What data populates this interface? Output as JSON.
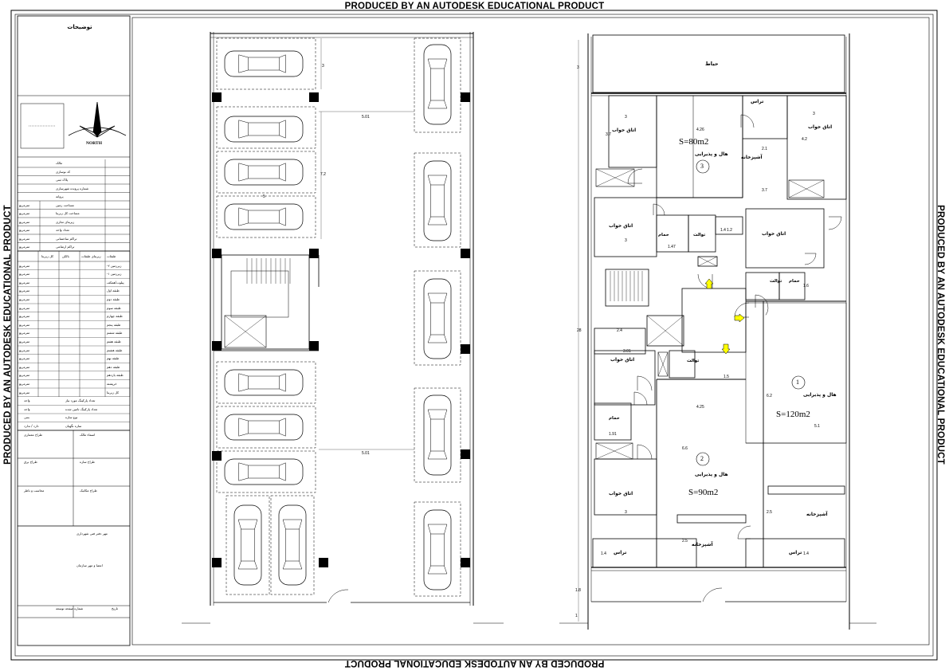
{
  "watermark": "PRODUCED BY AN AUTODESK EDUCATIONAL PRODUCT",
  "title_block": {
    "notes_heading": "توضیحات",
    "north_label": "NORTH",
    "info_rows": [
      "مالک",
      "کد نوسازی",
      "پلاک ثبتی",
      "شماره پرونده شهرسازی",
      "پروانه",
      "مساحت زمین",
      "مساحت کل زیربنا",
      "زیربنای تجاری",
      "تعداد واحد",
      "تراکم ساختمانی",
      "تراکم ارتفاعی"
    ],
    "unit_label": "مترمربع",
    "table_headers": [
      "طبقات",
      "زیربنای طبقات",
      "بالکن",
      "کل زیربنا"
    ],
    "floors": [
      "زیرزمین ۲-",
      "زیرزمین ۱-",
      "پیلوت/همکف",
      "طبقه اول",
      "طبقه دوم",
      "طبقه سوم",
      "طبقه چهارم",
      "طبقه پنجم",
      "طبقه ششم",
      "طبقه هفتم",
      "طبقه هشتم",
      "طبقه نهم",
      "طبقه دهم",
      "طبقه یازدهم",
      "خرپشته",
      "کل زیربنا"
    ],
    "lower_rows": [
      "تعداد پارکینگ مورد نیاز",
      "تعداد پارکینگ تامین شده",
      "نوع سازه",
      "سازه نگهبان"
    ],
    "lower_values": [
      "واحد",
      "واحد",
      "بتنی",
      "دارد / ندارد"
    ],
    "signatures": [
      "اسماء مالک",
      "طراح معماری",
      "طراح سازه",
      "طراح برق",
      "طراح مکانیک",
      "محاسب و ناظر"
    ],
    "bottom_rows": [
      "مهر دفتر فنی شهرداری",
      "امضا و مهر سازمان",
      "تاریخ",
      "شماره صفحه توسعه"
    ]
  },
  "parking_plan": {
    "dims": [
      "3",
      "5.01",
      "7.2",
      "5",
      "5.01"
    ]
  },
  "floor_plan": {
    "rooms": [
      {
        "name": "حیاط"
      },
      {
        "name": "تراس"
      },
      {
        "name": "اتاق خواب"
      },
      {
        "name": "اتاق خواب"
      },
      {
        "name": "اتاق خواب"
      },
      {
        "name": "اتاق خواب"
      },
      {
        "name": "حمام"
      },
      {
        "name": "توالت"
      },
      {
        "name": "توالت"
      },
      {
        "name": "حمام"
      },
      {
        "name": "آشپزخانه"
      },
      {
        "name": "هال و پذیرایی"
      },
      {
        "name": "اتاق خواب"
      },
      {
        "name": "توالت"
      },
      {
        "name": "هال و پذیرایی"
      },
      {
        "name": "حمام"
      },
      {
        "name": "اتاق خواب"
      },
      {
        "name": "هال و پذیرایی"
      },
      {
        "name": "آشپزخانه"
      },
      {
        "name": "آشپزخانه"
      },
      {
        "name": "تراس"
      },
      {
        "name": "تراس"
      }
    ],
    "units": [
      {
        "number": "3",
        "area": "S=80m2"
      },
      {
        "number": "1",
        "area": "S=120m2"
      },
      {
        "number": "2",
        "area": "S=90m2"
      }
    ],
    "dims": [
      "3",
      "4.26",
      "3",
      "2.1",
      "4.2",
      "3.7",
      "3.7",
      "1.4",
      "1.2",
      "1.47",
      "3",
      "3.01",
      "2.4",
      "1.6",
      "1.5",
      "4.25",
      "1.91",
      "6.2",
      "5.1",
      "6.6",
      "3",
      "2.5",
      "2.5",
      "1.4",
      "1.4",
      "1.8",
      "1",
      "3",
      "28"
    ]
  }
}
